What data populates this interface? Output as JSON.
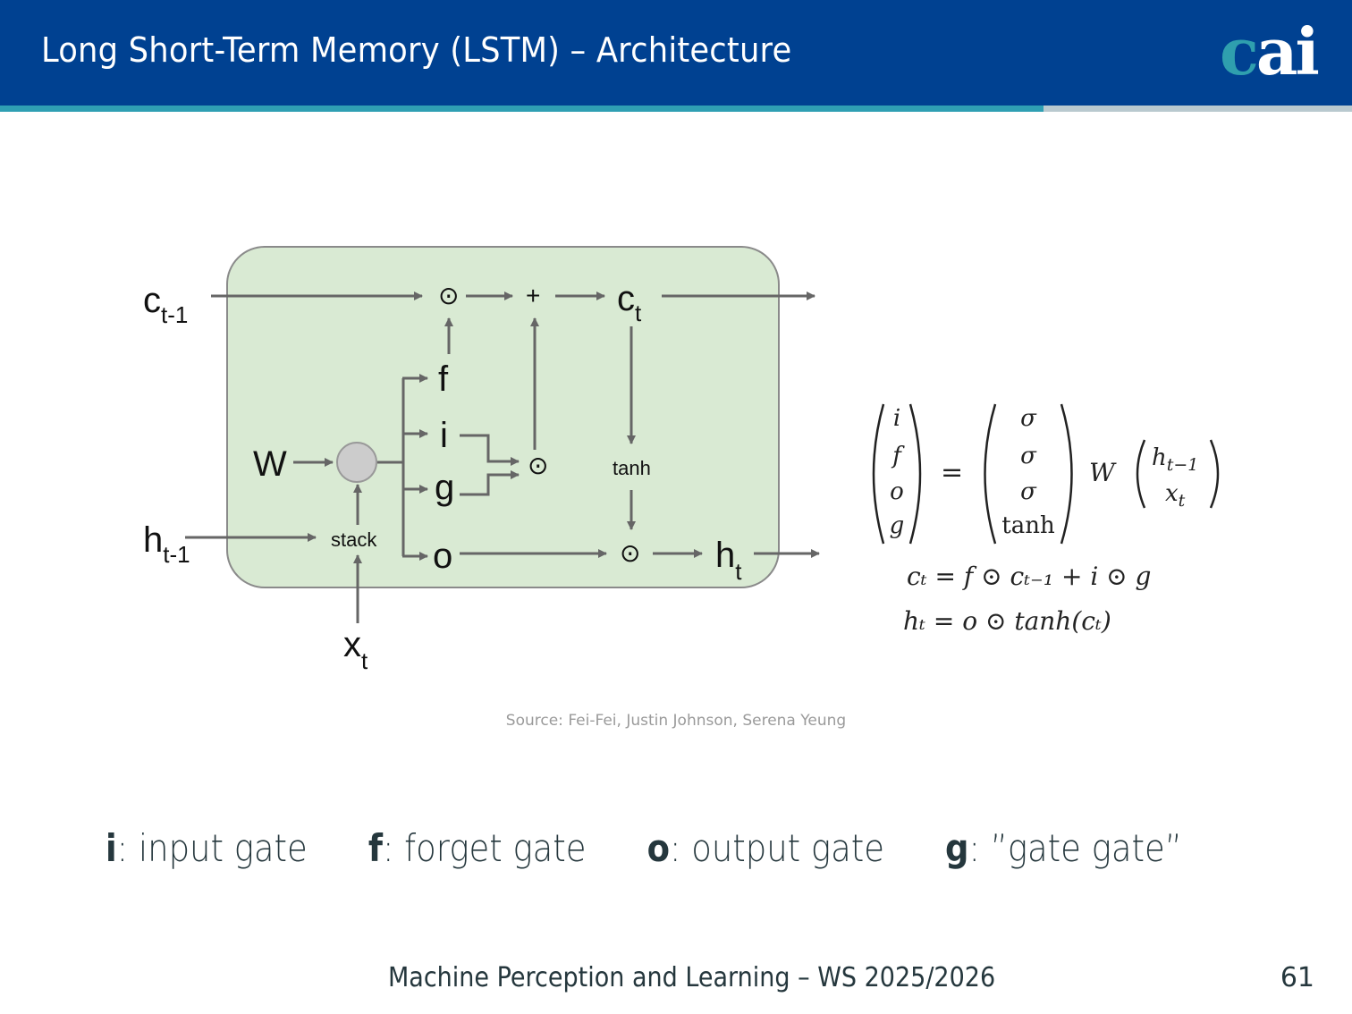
{
  "header": {
    "title": "Long Short-Term Memory (LSTM) – Architecture",
    "logo": {
      "c": "c",
      "ai": "ai"
    },
    "colors": {
      "bar": "#004191",
      "stripe_teal": "#2f9fb3",
      "stripe_grey": "#b9c9cf",
      "logo_c": "#2f9fae"
    }
  },
  "diagram": {
    "box_color": "#d9ead3",
    "arrow_color": "#666666",
    "labels": {
      "c_prev": "c",
      "c_prev_sub": "t-1",
      "c_t": "c",
      "c_t_sub": "t",
      "h_prev": "h",
      "h_prev_sub": "t-1",
      "h_t": "h",
      "h_t_sub": "t",
      "x_t": "x",
      "x_t_sub": "t",
      "W": "W",
      "f": "f",
      "i": "i",
      "g": "g",
      "o": "o",
      "stack": "stack",
      "tanh": "tanh",
      "odot": "⊙",
      "plus": "+"
    }
  },
  "equations": {
    "lhs": [
      "i",
      "f",
      "o",
      "g"
    ],
    "equals": "=",
    "activations": [
      "σ",
      "σ",
      "σ",
      "tanh"
    ],
    "W": "W",
    "input_vec": [
      "h",
      "x"
    ],
    "input_subs": [
      "t−1",
      "t"
    ],
    "cell_eq": "cₜ = f ⊙ cₜ₋₁ + i ⊙ g",
    "hidden_eq": "hₜ = o ⊙ tanh(cₜ)"
  },
  "source": "Source: Fei-Fei, Justin Johnson, Serena Yeung",
  "legend": [
    {
      "key": "i",
      "text": "input gate"
    },
    {
      "key": "f",
      "text": "forget gate"
    },
    {
      "key": "o",
      "text": "output gate"
    },
    {
      "key": "g",
      "text": "”gate gate”"
    }
  ],
  "footer": {
    "course": "Machine Perception and Learning – WS 2025/2026",
    "page": "61"
  }
}
